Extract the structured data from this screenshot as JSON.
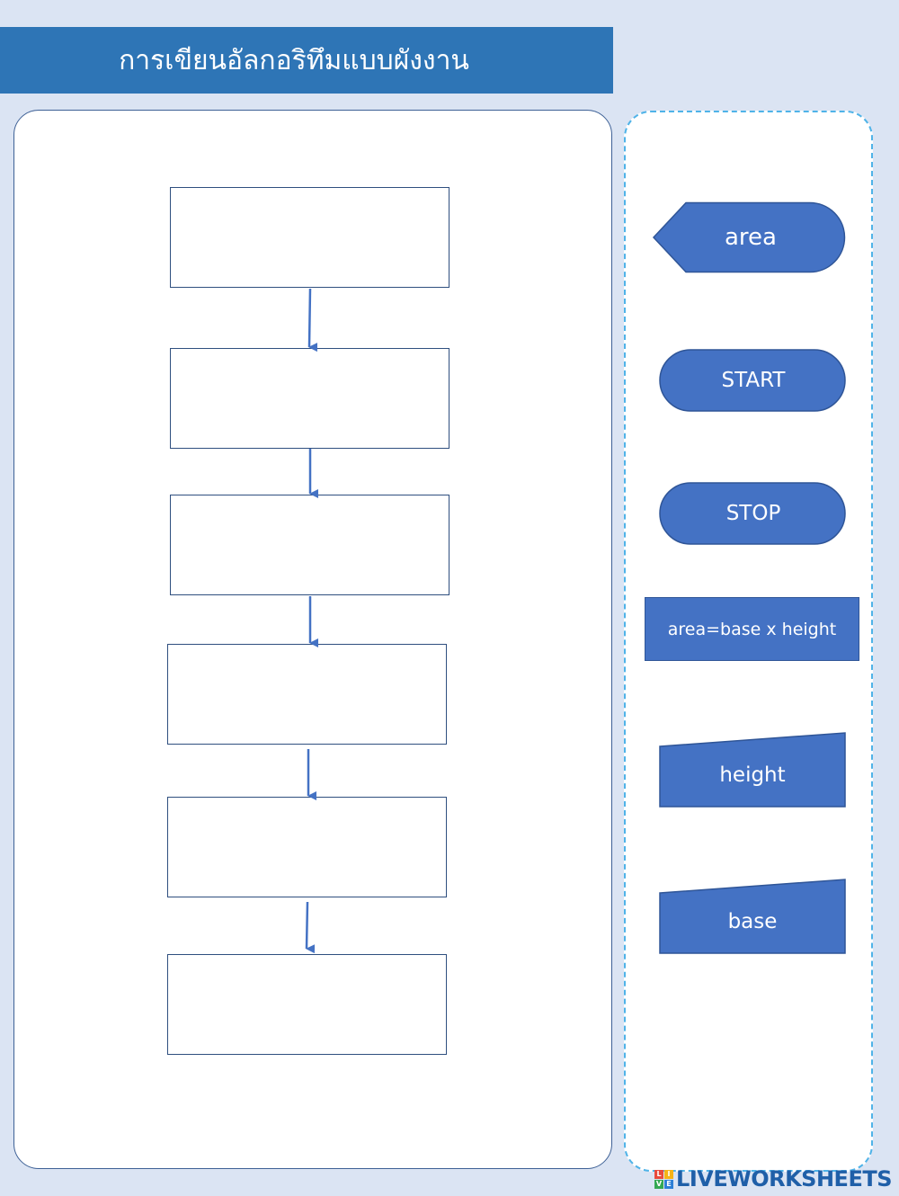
{
  "header": {
    "title": "การเขียนอัลกอริทึมแบบผังงาน"
  },
  "flowchart": {
    "slot_count": 6
  },
  "pieces": [
    {
      "id": "area",
      "label": "area",
      "shape": "display"
    },
    {
      "id": "start",
      "label": "START",
      "shape": "terminator"
    },
    {
      "id": "stop",
      "label": "STOP",
      "shape": "terminator"
    },
    {
      "id": "process",
      "label": "area=base x height",
      "shape": "process"
    },
    {
      "id": "height",
      "label": "height",
      "shape": "manual-input"
    },
    {
      "id": "base",
      "label": "base",
      "shape": "manual-input"
    }
  ],
  "footer": {
    "brand": "LIVEWORKSHEETS",
    "logo_letters": [
      "L",
      "I",
      "V",
      "E"
    ]
  },
  "colors": {
    "header": "#2e75b6",
    "piece_fill": "#4472c4",
    "piece_stroke": "#2f5597",
    "arrow": "#4472c4",
    "tray_border": "#4fb3e8",
    "background": "#dbe4f3",
    "logo_tiles": [
      "#e84a3c",
      "#f5b316",
      "#33a852",
      "#2d7fd6"
    ]
  }
}
